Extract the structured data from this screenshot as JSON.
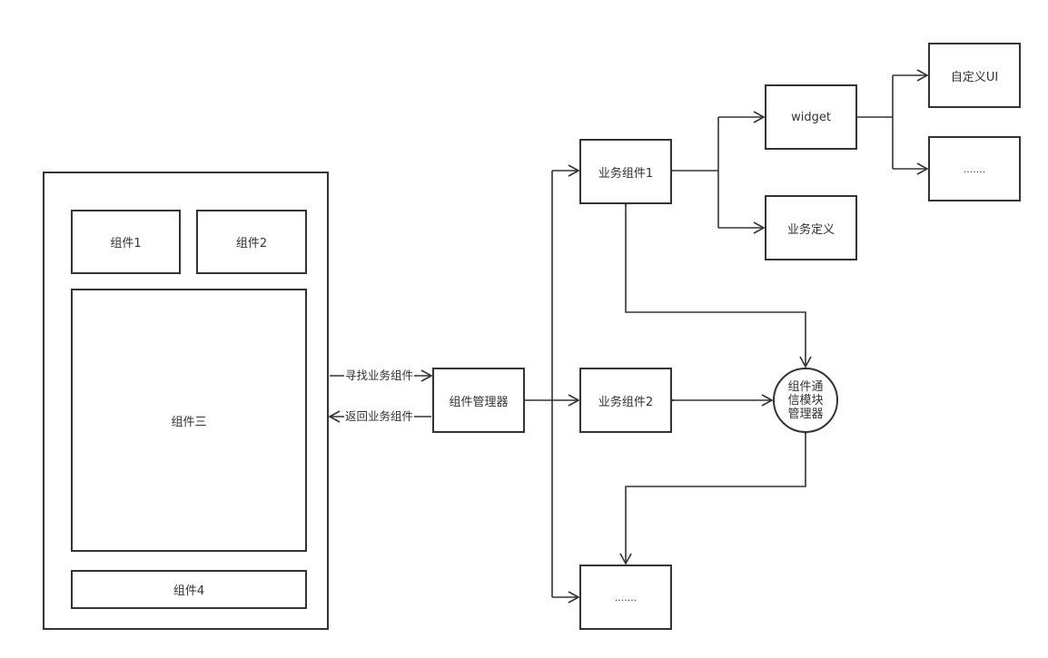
{
  "nodes": {
    "comp1": "组件1",
    "comp2": "组件2",
    "comp3": "组件三",
    "comp4": "组件4",
    "manager": "组件管理器",
    "biz1": "业务组件1",
    "biz2": "业务组件2",
    "biz_more": ".......",
    "widget": "widget",
    "biz_def": "业务定义",
    "custom_ui": "自定义UI",
    "widget_more": ".......",
    "comm_manager": "组件通信模块管理器"
  },
  "edges": {
    "find": "寻找业务组件",
    "return": "返回业务组件"
  },
  "colors": {
    "stroke": "#333333",
    "background": "#ffffff"
  }
}
